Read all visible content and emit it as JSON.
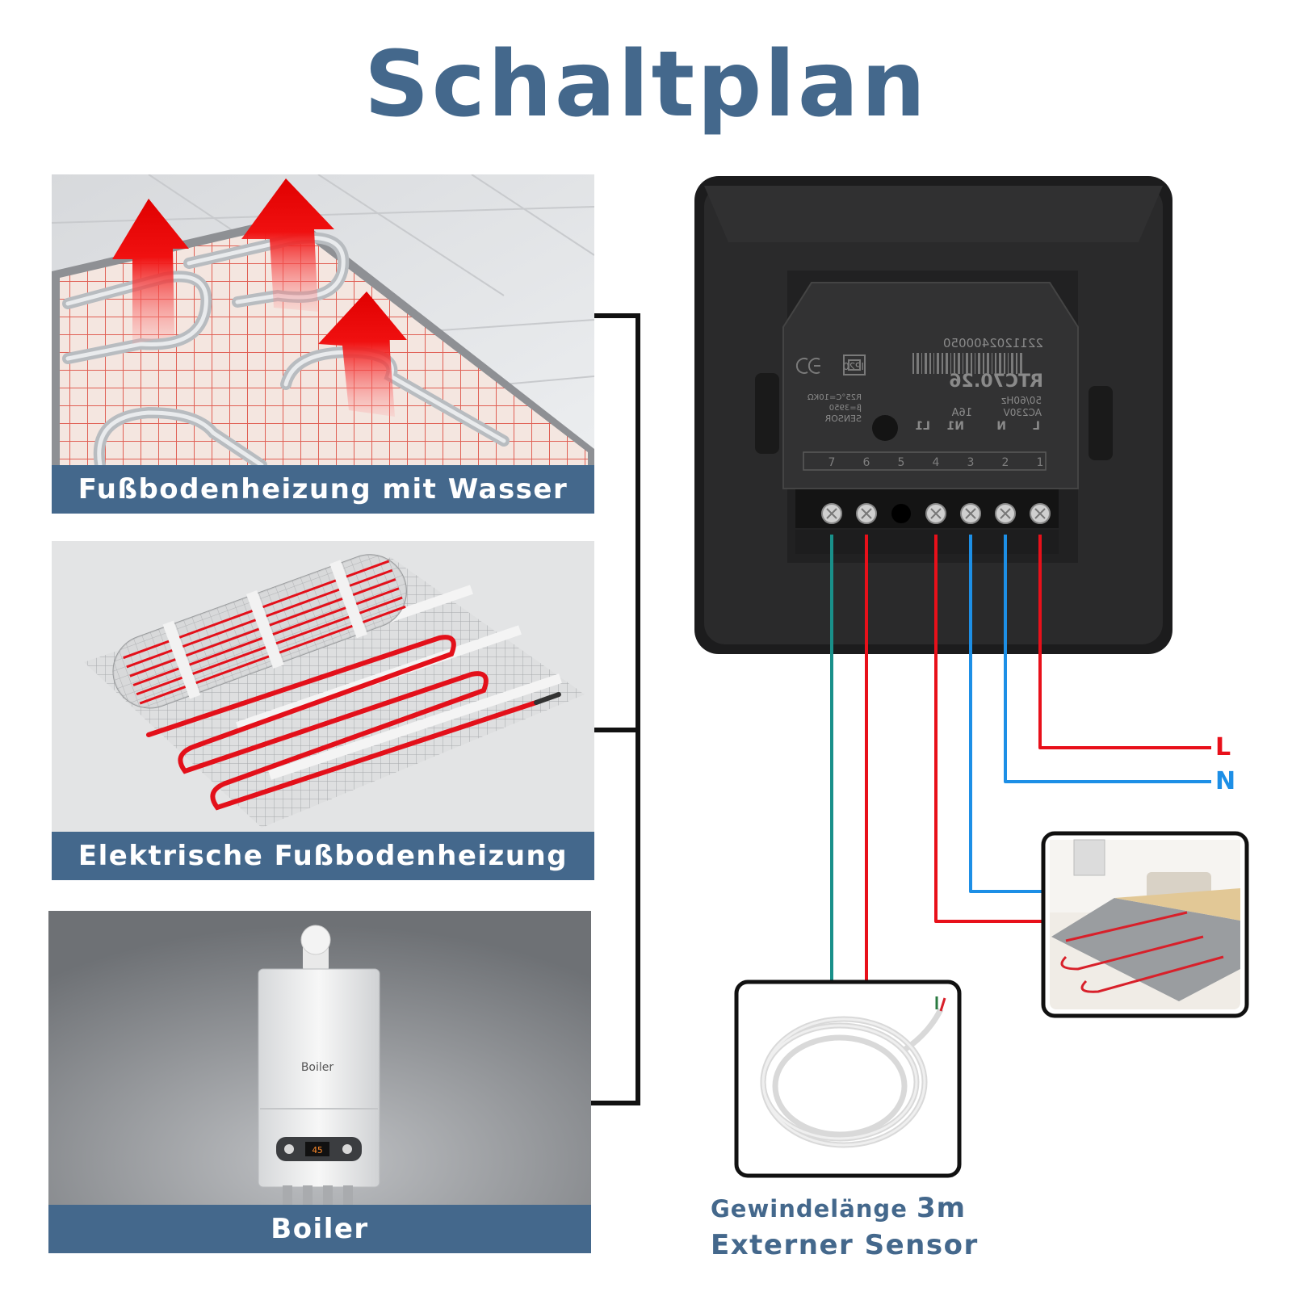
{
  "title": "Schaltplan",
  "panels": {
    "water": {
      "caption": "Fußbodenheizung mit Wasser"
    },
    "electric": {
      "caption": "Elektrische Fußbodenheizung"
    },
    "boiler": {
      "caption": "Boiler",
      "device_label": "Boiler",
      "display_value": "45"
    }
  },
  "device": {
    "serial": "2211202400050",
    "model": "RTC70.26",
    "rating_freq": "50/60Hz",
    "rating_volt": "AC230V",
    "current": "16A",
    "ip": "IP20",
    "sensor_text": "SENSOR",
    "sensor_spec1": "β=3950",
    "sensor_spec2": "R25°C=10KΩ",
    "terminal_labels": {
      "L": "L",
      "N": "N",
      "N1": "N1",
      "L1": "L1"
    },
    "terminal_numbers": [
      "1",
      "2",
      "3",
      "4",
      "5",
      "6",
      "7"
    ]
  },
  "wires": {
    "L_label": "L",
    "N_label": "N",
    "colors": {
      "live": "#e8101a",
      "neutral": "#1d8fe6",
      "sensor": "#19908a",
      "bracket": "#111111"
    }
  },
  "sensor": {
    "length_prefix": "Gewindelänge ",
    "length_value": "3m",
    "label": "Externer Sensor"
  },
  "colors": {
    "accent": "#44688c"
  }
}
